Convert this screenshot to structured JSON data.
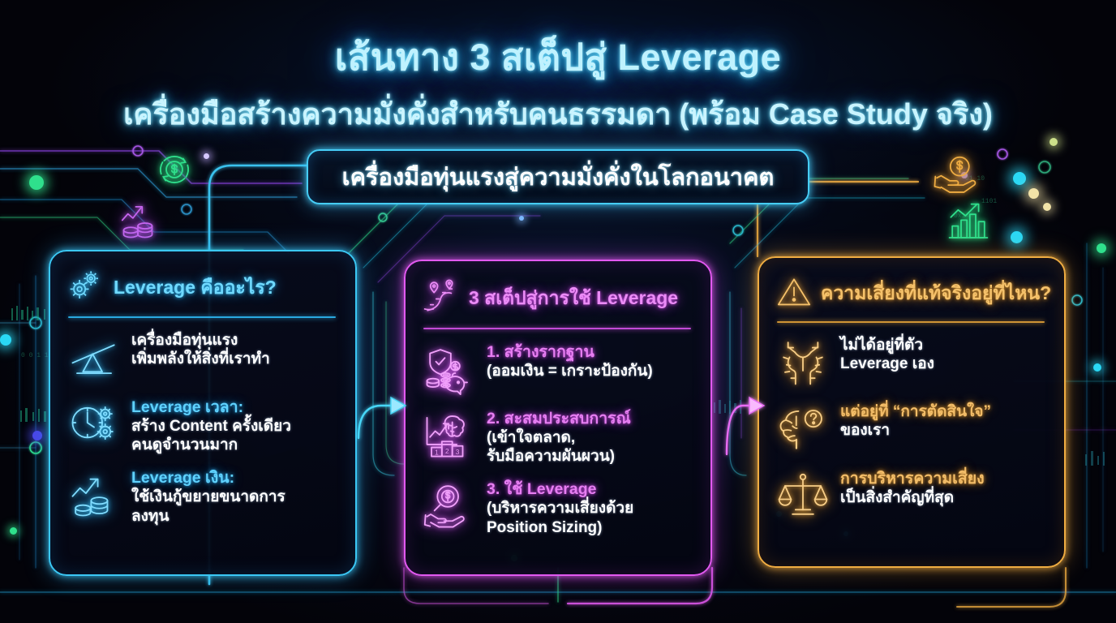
{
  "header": {
    "title": "เส้นทาง 3 สเต็ปสู่ Leverage",
    "subtitle": "เครื่องมือสร้างความมั่งคั่งสำหรับคนธรรมดา  (พร้อม Case Study จริง)"
  },
  "banner": {
    "text": "เครื่องมือทุ่นแรงสู่ความมั่งคั่งในโลกอนาคต"
  },
  "cards": [
    {
      "id": "what-is-leverage",
      "accent": "#3bc8f5",
      "title": "Leverage คืออะไร?",
      "title_icon": "gears-icon",
      "rows": [
        {
          "icon": "lever-seesaw-icon",
          "lead": "",
          "body_lines": [
            "เครื่องมือทุ่นแรง",
            "เพิ่มพลังให้สิ่งที่เราทำ"
          ]
        },
        {
          "icon": "clock-gears-icon",
          "lead": "Leverage เวลา:",
          "body_lines": [
            "สร้าง Content ครั้งเดียว",
            "คนดูจำนวนมาก"
          ]
        },
        {
          "icon": "growth-coins-icon",
          "lead": "Leverage เงิน:",
          "body_lines": [
            "ใช้เงินกู้ขยายขนาดการ",
            "ลงทุน"
          ]
        }
      ]
    },
    {
      "id": "three-steps",
      "accent": "#e259f0",
      "title": "3 สเต็ปสู่การใช้ Leverage",
      "title_icon": "road-map-pin-icon",
      "rows": [
        {
          "icon": "shield-piggybank-icon",
          "lead": "1. สร้างรากฐาน",
          "body_lines": [
            "(ออมเงิน = เกราะป้องกัน)"
          ]
        },
        {
          "icon": "brain-podium-icon",
          "lead": "2. สะสมประสบการณ์",
          "body_lines": [
            "(เข้าใจตลาด,",
            "รับมือความผันผวน)"
          ]
        },
        {
          "icon": "hand-magnifier-dollar-icon",
          "lead": "3. ใช้ Leverage",
          "body_lines": [
            "(บริหารความเสี่ยงด้วย",
            "Position Sizing)"
          ]
        }
      ]
    },
    {
      "id": "where-is-risk",
      "accent": "#f0ad42",
      "title": "ความเสี่ยงที่แท้จริงอยู่ที่ไหน?",
      "title_icon": "warning-triangle-icon",
      "rows": [
        {
          "icon": "head-choice-arrows-icon",
          "lead": "",
          "body_lines": [
            "ไม่ได้อยู่ที่ตัว",
            "Leverage เอง"
          ]
        },
        {
          "icon": "brain-question-icon",
          "lead": "",
          "body_lines": [
            "แต่อยู่ที่ “การตัดสินใจ”",
            "ของเรา"
          ],
          "highlight_segment": "“การตัดสินใจ”"
        },
        {
          "icon": "balance-scale-icon",
          "lead": "การบริหารความเสี่ยง",
          "body_lines": [
            "เป็นสิ่งสำคัญที่สุด"
          ]
        }
      ]
    }
  ],
  "decorations": [
    {
      "name": "currency-exchange-icon",
      "color": "#2fe08c"
    },
    {
      "name": "growth-coins-icon",
      "color": "#c765f0"
    },
    {
      "name": "hand-coin-icon",
      "color": "#f0ad42"
    },
    {
      "name": "bar-chart-arrow-icon",
      "color": "#2fe08c"
    }
  ],
  "connectors": [
    {
      "name": "arrow-left-to-middle",
      "color": "#46d6f7",
      "direction": "right"
    },
    {
      "name": "arrow-middle-to-right",
      "color": "#e96cf5",
      "direction": "right"
    }
  ],
  "palette": {
    "background": "#03030a",
    "cyan": "#3bc8f5",
    "magenta": "#e259f0",
    "amber": "#f0ad42",
    "green": "#2fe08c",
    "text_white": "#ffffff",
    "title_cyan": "#bff2ff"
  }
}
